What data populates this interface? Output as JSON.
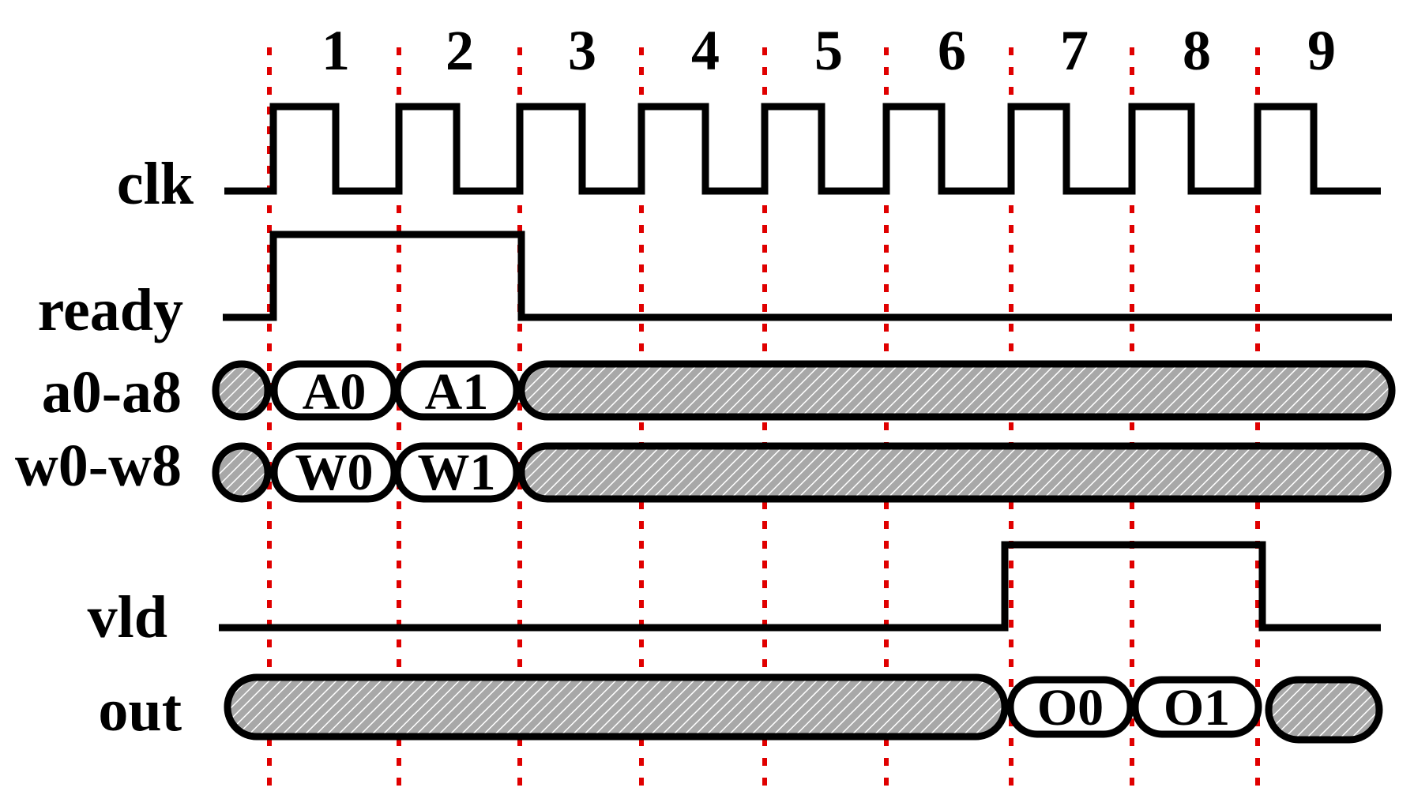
{
  "cycles": [
    "1",
    "2",
    "3",
    "4",
    "5",
    "6",
    "7",
    "8",
    "9"
  ],
  "signals": {
    "clk": {
      "label": "clk"
    },
    "ready": {
      "label": "ready"
    },
    "a": {
      "label": "a0-a8",
      "values": [
        "A0",
        "A1"
      ]
    },
    "w": {
      "label": "w0-w8",
      "values": [
        "W0",
        "W1"
      ]
    },
    "vld": {
      "label": "vld"
    },
    "out": {
      "label": "out",
      "values": [
        "O0",
        "O1"
      ]
    }
  },
  "colors": {
    "gridline": "#e00000",
    "waveform": "#000000",
    "hatch_fill": "#a8a8a8",
    "hatch_line": "#ffffff"
  }
}
